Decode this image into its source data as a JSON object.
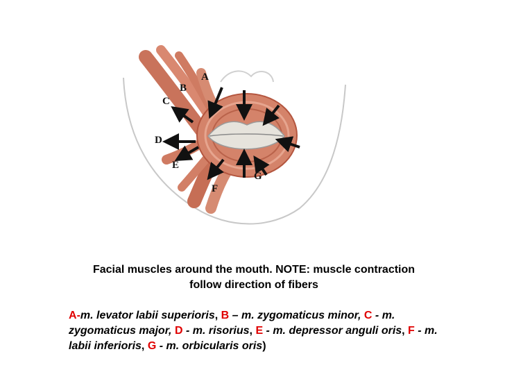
{
  "caption": {
    "title_line1": "Facial muscles around the mouth. NOTE: muscle contraction",
    "title_line2": "follow direction of fibers"
  },
  "diagram_labels": [
    "A",
    "B",
    "C",
    "D",
    "E",
    "F",
    "G"
  ],
  "legend": [
    {
      "key": "A",
      "sep": "-",
      "term": "m. levator labii superioris"
    },
    {
      "key": "B",
      "sep": " – ",
      "term": "m. zygomaticus minor,"
    },
    {
      "key": "C",
      "sep": " - ",
      "term": "m. zygomaticus major,"
    },
    {
      "key": "D",
      "sep": " - ",
      "term": "m. risorius"
    },
    {
      "key": "E",
      "sep": " - ",
      "term": "m. depressor anguli oris"
    },
    {
      "key": "F",
      "sep": " - ",
      "term": "m. labii inferioris"
    },
    {
      "key": "G",
      "sep": " - ",
      "term": "m. orbicularis oris"
    }
  ],
  "colors": {
    "key_red": "#e00000",
    "muscle": "#d98870",
    "muscle_dark": "#b4563f",
    "skin_line": "#c8c8c8"
  }
}
